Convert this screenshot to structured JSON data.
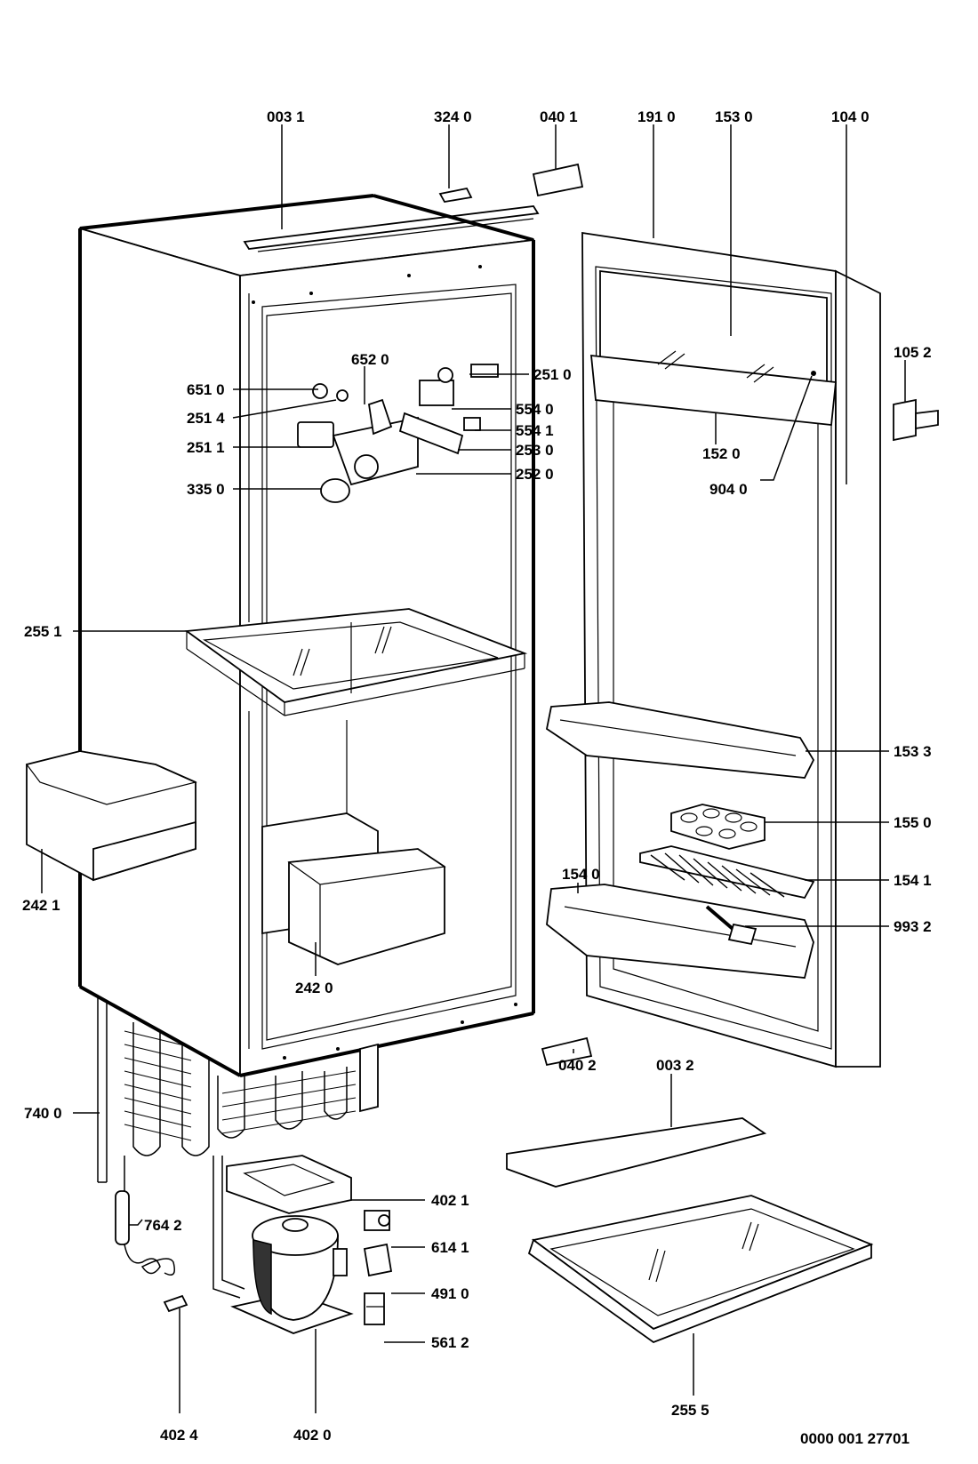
{
  "diagram_id": "0000 001 27701",
  "parts": [
    {
      "key": "p_003_1",
      "label": "003 1"
    },
    {
      "key": "p_324_0",
      "label": "324 0"
    },
    {
      "key": "p_040_1",
      "label": "040 1"
    },
    {
      "key": "p_191_0",
      "label": "191 0"
    },
    {
      "key": "p_153_0",
      "label": "153 0"
    },
    {
      "key": "p_104_0",
      "label": "104 0"
    },
    {
      "key": "p_105_2",
      "label": "105 2"
    },
    {
      "key": "p_652_0",
      "label": "652 0"
    },
    {
      "key": "p_651_0",
      "label": "651 0"
    },
    {
      "key": "p_251_4",
      "label": "251 4"
    },
    {
      "key": "p_251_1",
      "label": "251 1"
    },
    {
      "key": "p_335_0",
      "label": "335 0"
    },
    {
      "key": "p_251_0",
      "label": "251 0"
    },
    {
      "key": "p_554_0",
      "label": "554 0"
    },
    {
      "key": "p_554_1",
      "label": "554 1"
    },
    {
      "key": "p_253_0",
      "label": "253 0"
    },
    {
      "key": "p_252_0",
      "label": "252 0"
    },
    {
      "key": "p_152_0",
      "label": "152 0"
    },
    {
      "key": "p_904_0",
      "label": "904 0"
    },
    {
      "key": "p_255_1",
      "label": "255 1"
    },
    {
      "key": "p_153_3",
      "label": "153 3"
    },
    {
      "key": "p_155_0",
      "label": "155 0"
    },
    {
      "key": "p_154_0",
      "label": "154 0"
    },
    {
      "key": "p_154_1",
      "label": "154 1"
    },
    {
      "key": "p_993_2",
      "label": "993 2"
    },
    {
      "key": "p_242_1",
      "label": "242 1"
    },
    {
      "key": "p_242_0",
      "label": "242 0"
    },
    {
      "key": "p_040_2",
      "label": "040 2"
    },
    {
      "key": "p_003_2",
      "label": "003 2"
    },
    {
      "key": "p_740_0",
      "label": "740 0"
    },
    {
      "key": "p_764_2",
      "label": "764 2"
    },
    {
      "key": "p_402_1",
      "label": "402 1"
    },
    {
      "key": "p_614_1",
      "label": "614 1"
    },
    {
      "key": "p_491_0",
      "label": "491 0"
    },
    {
      "key": "p_561_2",
      "label": "561 2"
    },
    {
      "key": "p_402_4",
      "label": "402 4"
    },
    {
      "key": "p_402_0",
      "label": "402 0"
    },
    {
      "key": "p_255_5",
      "label": "255 5"
    }
  ]
}
